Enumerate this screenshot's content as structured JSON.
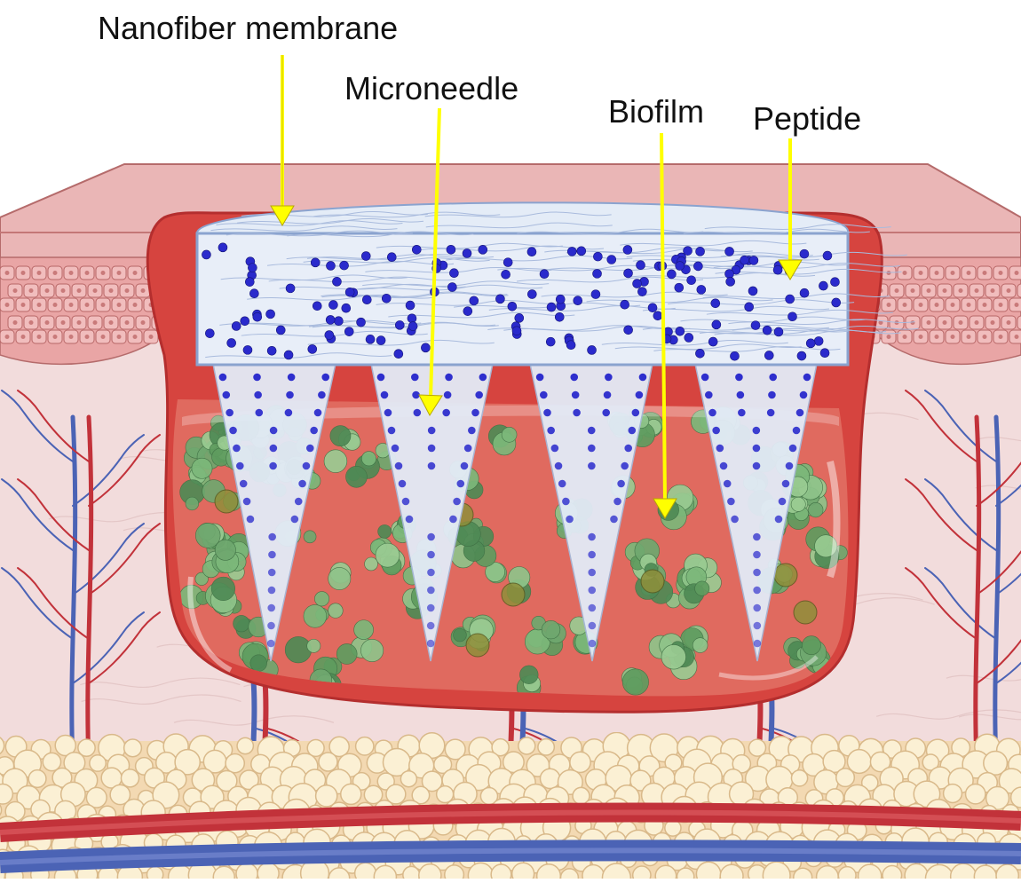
{
  "labels": {
    "nanofiber_membrane": "Nanofiber membrane",
    "microneedle": "Microneedle",
    "biofilm": "Biofilm",
    "peptide": "Peptide"
  },
  "colors": {
    "arrow": "#ffff00",
    "peptide_dot": "#2a2acc",
    "skin_top": "#e9b3b3",
    "dermis": "#f1dede",
    "epidermis_cells": "#e59a9a",
    "wound_bed": "#d6443f",
    "biofilm_cluster": "#6fa86f",
    "membrane": "#dfe8f5",
    "fat": "#f8e8c4",
    "artery": "#c2323a",
    "vein": "#4b63b5"
  }
}
